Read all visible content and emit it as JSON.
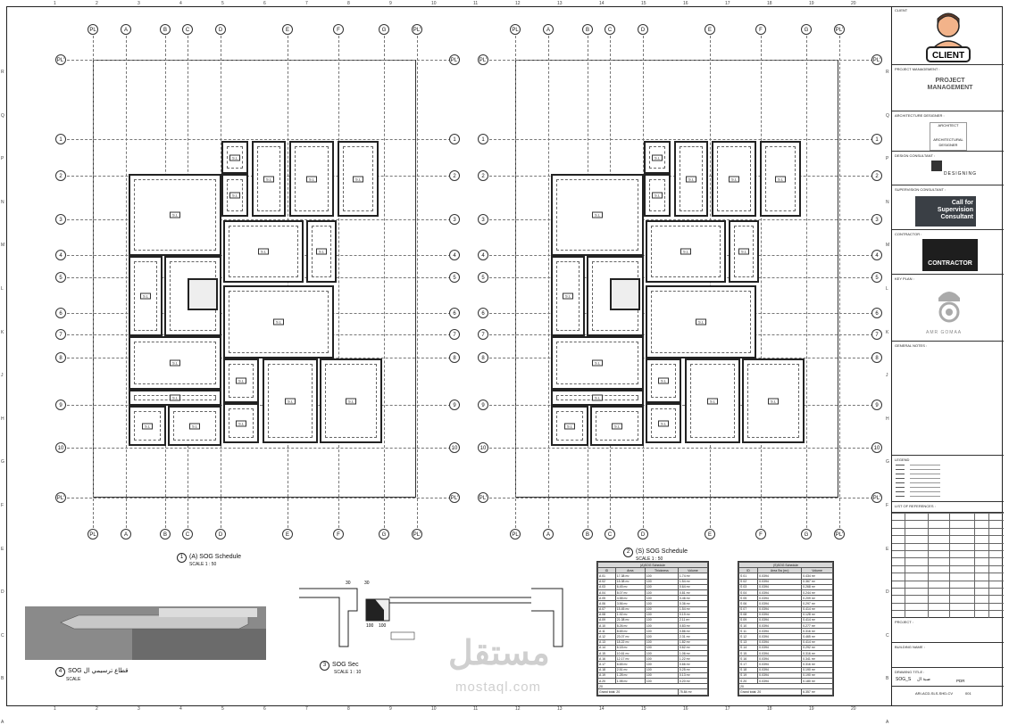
{
  "ruler": {
    "columns": [
      "1",
      "2",
      "3",
      "4",
      "5",
      "6",
      "7",
      "8",
      "9",
      "10",
      "11",
      "12",
      "13",
      "14",
      "15",
      "16",
      "17",
      "18",
      "19",
      "20"
    ],
    "rows": [
      "R",
      "Q",
      "P",
      "N",
      "M",
      "L",
      "K",
      "J",
      "H",
      "G",
      "F",
      "E",
      "D",
      "C",
      "B",
      "A"
    ]
  },
  "grid": {
    "columns": [
      "PL",
      "A",
      "B",
      "C",
      "D",
      "E",
      "F",
      "G",
      "PL'"
    ],
    "rows": [
      "PL'",
      "1",
      "2",
      "3",
      "4",
      "5",
      "6",
      "7",
      "8",
      "9",
      "10",
      "PL'"
    ]
  },
  "slab_tag": "S.L",
  "views": {
    "a_title": "(A) SOG Schedule",
    "a_num": "1",
    "a_scale": "SCALE    1 : 50",
    "s_title": "(S) SOG Schedule",
    "s_num": "2",
    "s_scale": "SCALE    1 : 50",
    "sec_title": "SOG Sec",
    "sec_num": "3",
    "sec_scale": "SCALE    1 : 10",
    "three_d_title": "SOG قطاع ترسيمي ال",
    "three_d_num": "4",
    "three_d_scale": "SCALE",
    "sec_dim_1": "30",
    "sec_dim_2": "30",
    "sec_dim_3": "100",
    "sec_dim_4": "100"
  },
  "schedule_a": {
    "title": "(A)SOG Schedule",
    "headers": [
      "ID",
      "Area",
      "Thickness",
      "Volume"
    ],
    "rows": [
      [
        "A 01",
        "17.38 m²",
        "100",
        "1.74 m³"
      ],
      [
        "A 02",
        "15.38 m²",
        "100",
        "1.54 m³"
      ],
      [
        "A 03",
        "6.45 m²",
        "100",
        "0.64 m³"
      ],
      [
        "A 04",
        "8.07 m²",
        "100",
        "0.81 m³"
      ],
      [
        "A 05",
        "4.58 m²",
        "100",
        "0.46 m³"
      ],
      [
        "A 06",
        "3.56 m²",
        "100",
        "0.36 m³"
      ],
      [
        "A 07",
        "15.45 m²",
        "100",
        "1.54 m³"
      ],
      [
        "A 08",
        "1.92 m²",
        "100",
        "0.19 m³"
      ],
      [
        "A 09",
        "21.08 m²",
        "100",
        "2.11 m³"
      ],
      [
        "A 10",
        "8.26 m²",
        "100",
        "0.83 m³"
      ],
      [
        "A 11",
        "8.65 m²",
        "100",
        "0.86 m³"
      ],
      [
        "A 12",
        "23.07 m²",
        "100",
        "2.31 m³"
      ],
      [
        "A 13",
        "18.22 m²",
        "100",
        "1.82 m³"
      ],
      [
        "A 14",
        "6.18 m²",
        "100",
        "0.62 m³"
      ],
      [
        "A 15",
        "10.61 m²",
        "100",
        "1.06 m³"
      ],
      [
        "A 16",
        "12.17 m²",
        "100",
        "1.22 m³"
      ],
      [
        "A 17",
        "6.65 m²",
        "100",
        "0.66 m³"
      ],
      [
        "A 18",
        "2.51 m²",
        "100",
        "0.25 m³"
      ],
      [
        "A 19",
        "1.28 m²",
        "100",
        "0.13 m³"
      ],
      [
        "A 20",
        "1.98 m²",
        "100",
        "0.20 m³"
      ]
    ],
    "count": "20",
    "total_label": "Grand total: 20",
    "total": "75.84 m³"
  },
  "schedule_s": {
    "title": "(S)SOG Schedule",
    "headers": [
      "ID",
      "Area Sw (m²)",
      "Volume"
    ],
    "rows": [
      [
        "S 01",
        "0.0394",
        "0.434 m³"
      ],
      [
        "S 02",
        "0.0394",
        "0.367 m³"
      ],
      [
        "S 03",
        "0.0394",
        "0.268 m³"
      ],
      [
        "S 04",
        "0.0394",
        "0.244 m³"
      ],
      [
        "S 05",
        "0.0394",
        "0.209 m³"
      ],
      [
        "S 06",
        "0.0394",
        "0.297 m³"
      ],
      [
        "S 07",
        "0.0394",
        "0.414 m³"
      ],
      [
        "S 08",
        "0.0394",
        "0.128 m³"
      ],
      [
        "S 09",
        "0.0394",
        "0.414 m³"
      ],
      [
        "S 10",
        "0.0394",
        "0.277 m³"
      ],
      [
        "S 11",
        "0.0394",
        "0.316 m³"
      ],
      [
        "S 12",
        "0.0394",
        "0.465 m³"
      ],
      [
        "S 13",
        "0.0394",
        "0.414 m³"
      ],
      [
        "S 14",
        "0.0394",
        "0.292 m³"
      ],
      [
        "S 15",
        "0.0394",
        "0.316 m³"
      ],
      [
        "S 16",
        "0.0394",
        "0.341 m³"
      ],
      [
        "S 17",
        "0.0394",
        "0.316 m³"
      ],
      [
        "S 18",
        "0.0394",
        "0.190 m³"
      ],
      [
        "S 19",
        "0.0394",
        "0.190 m³"
      ],
      [
        "S 20",
        "0.0394",
        "0.180 m³"
      ]
    ],
    "count": "20",
    "total_label": "Grand total: 20",
    "total": "6.357 m³"
  },
  "title_block": {
    "client_label": "CLIENT",
    "client_badge": "CLIENT",
    "pm_label": "PROJECT MANAGEMENT :",
    "pm_logo": "PROJECT MANAGEMENT",
    "arch_label": "ARCHITECTURE DESIGNER :",
    "arch_logo_1": "ARCHITECT",
    "arch_logo_2": "ARCHITECTURAL DESIGNER",
    "design_label": "DESIGN CONSULTANT :",
    "design_logo": "DESIGNING",
    "sup_label": "SUPERVISION CONSULTANT :",
    "sup_logo": "Call for Supervision Consultant",
    "contractor_label": "CONTRACTOR :",
    "contractor_logo": "CONTRACTOR",
    "keyplan_label": "KEY PLAN :",
    "keyplan_logo": "AMR GOMAA",
    "notes_label": "GENERAL NOTES :",
    "legend_label": "LEGEND",
    "refs_label": "LIST OF REFERENCES :",
    "project_label": "PROJECT :",
    "building_label": "BUILDING NAME :",
    "drawing_label": "DRAWING TITLE :",
    "drawing_title": "SOG_S",
    "drawing_ar": "صبة ال",
    "drawing_code": "PDR",
    "sheet_no": "ARI-ACD-SLS-SHD-CV",
    "sheet_idx": "001"
  },
  "watermark": {
    "main": "مستقل",
    "sub": "mostaql.com"
  }
}
